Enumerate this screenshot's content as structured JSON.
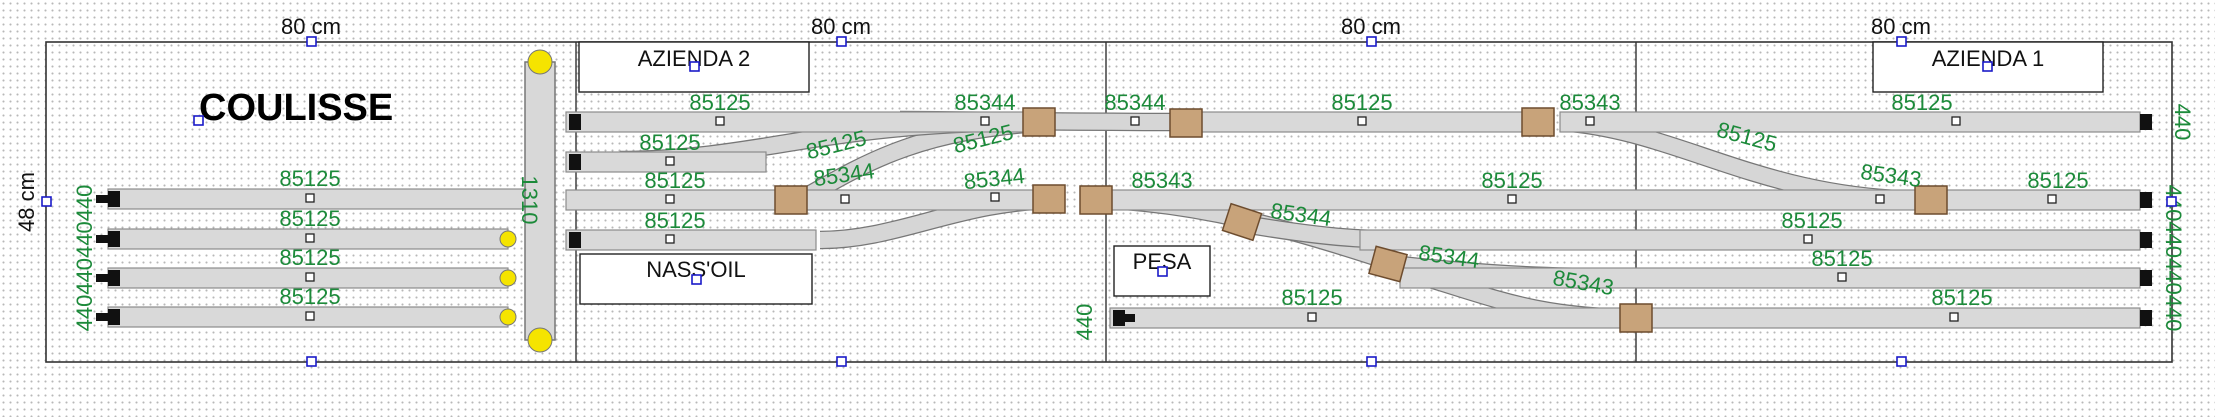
{
  "diagram": {
    "title": "COULISSE",
    "dimensions": {
      "width_label": "80 cm",
      "height_label": "48 cm"
    },
    "boxes": {
      "azienda2": "AZIENDA 2",
      "azienda1": "AZIENDA 1",
      "nassoil": "NASS'OIL",
      "pesa": "PESA"
    },
    "track_codes": {
      "straight": "85125",
      "left_turnout": "85344",
      "right_turnout": "85343"
    },
    "end_labels": {
      "buffer": "440",
      "left_column": "440440440440",
      "right_column": "440440440440",
      "turntable": "1310"
    }
  }
}
